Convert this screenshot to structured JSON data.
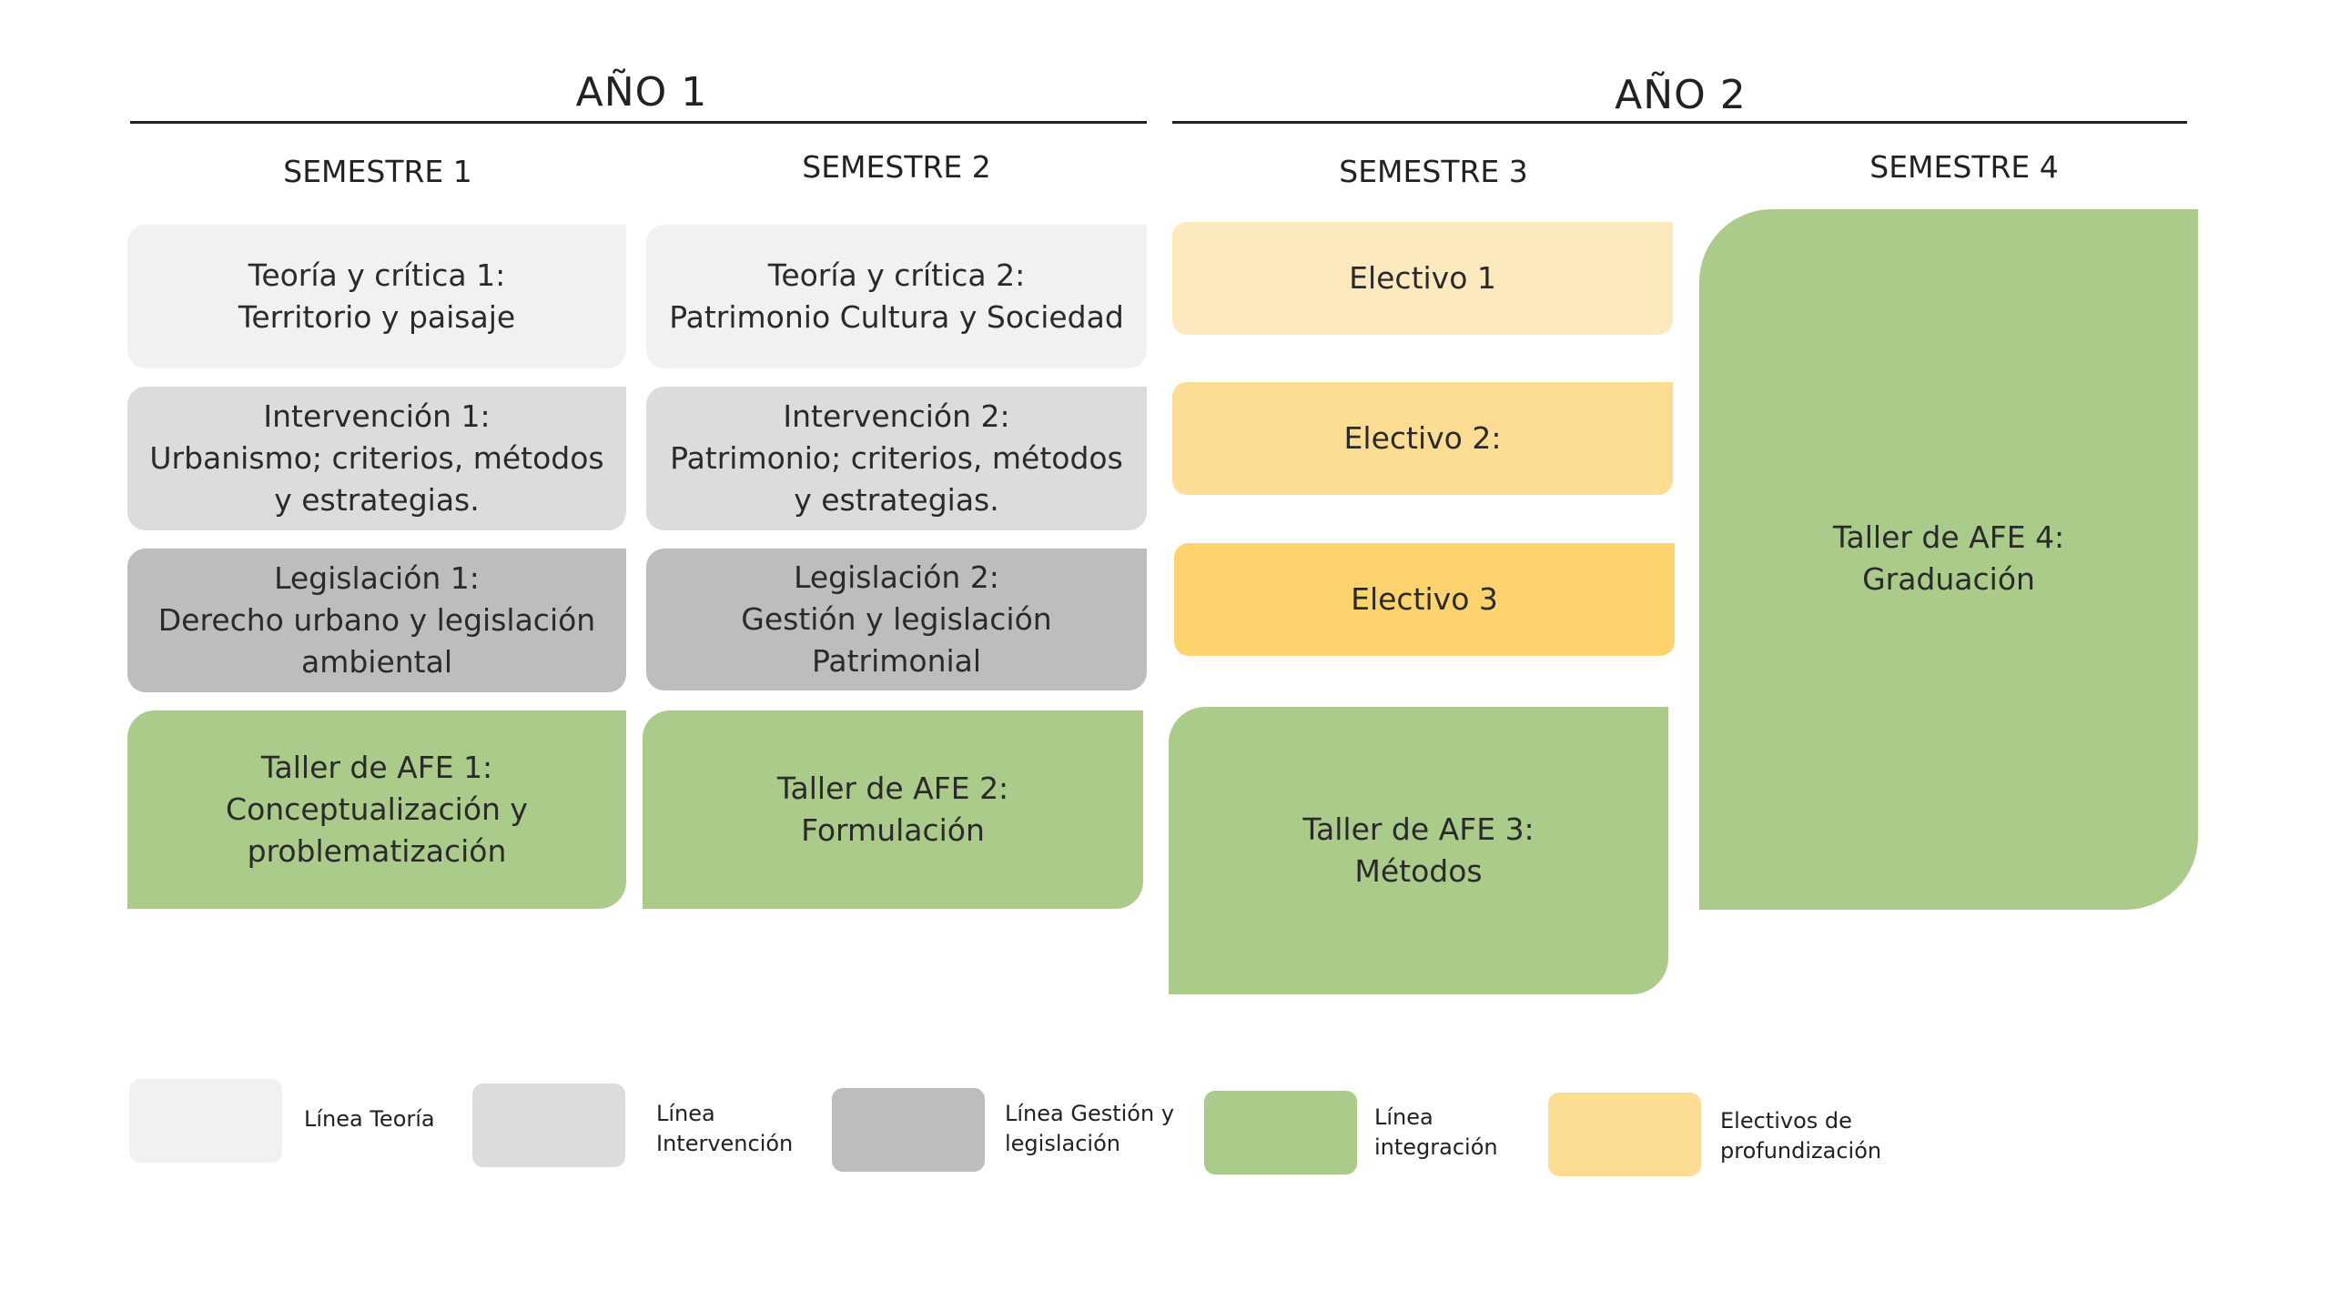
{
  "years": [
    {
      "label": "AÑO 1"
    },
    {
      "label": "AÑO 2"
    }
  ],
  "semesters": [
    "SEMESTRE 1",
    "SEMESTRE 2",
    "SEMESTRE 3",
    "SEMESTRE 4"
  ],
  "courses": {
    "teoria_1": [
      "Teoría y crítica 1:",
      "Territorio y paisaje"
    ],
    "teoria_2": [
      "Teoría y crítica 2:",
      "Patrimonio Cultura y Sociedad"
    ],
    "intervencion_1": [
      "Intervención 1:",
      "Urbanismo; criterios, métodos",
      "y estrategias."
    ],
    "intervencion_2": [
      "Intervención 2:",
      "Patrimonio; criterios, métodos",
      "y estrategias."
    ],
    "legislacion_1": [
      "Legislación 1:",
      "Derecho urbano y legislación",
      "ambiental"
    ],
    "legislacion_2": [
      "Legislación 2:",
      "Gestión y legislación",
      "Patrimonial"
    ],
    "taller_1": [
      "Taller de AFE 1:",
      "Conceptualización y",
      "problematización"
    ],
    "taller_2": [
      "Taller de AFE 2:",
      "Formulación"
    ],
    "electivo_1": [
      "Electivo 1"
    ],
    "electivo_2": [
      "Electivo 2:"
    ],
    "electivo_3": [
      "Electivo 3"
    ],
    "taller_3": [
      "Taller de AFE 3:",
      "Métodos"
    ],
    "taller_4": [
      "Taller de AFE 4:",
      "Graduación"
    ]
  },
  "legend": [
    {
      "lines": [
        "Línea Teoría"
      ],
      "color": "#f1f1f0"
    },
    {
      "lines": [
        "Línea",
        "Intervención"
      ],
      "color": "#dcdcdc"
    },
    {
      "lines": [
        "Línea Gestión y",
        "legislación"
      ],
      "color": "#bdbdbd"
    },
    {
      "lines": [
        "Línea",
        "integración"
      ],
      "color": "#abcb8b"
    },
    {
      "lines": [
        "Electivos de",
        "profundización"
      ],
      "color": "#fddd93"
    }
  ],
  "colors": {
    "teoria": "#f1f1f0",
    "intervencion": "#dcdcdc",
    "gestion": "#bdbdbd",
    "integracion": "#abcb8b",
    "electivo_1": "#fde9be",
    "electivo_2": "#fddd93",
    "electivo_3": "#fdd36d"
  }
}
